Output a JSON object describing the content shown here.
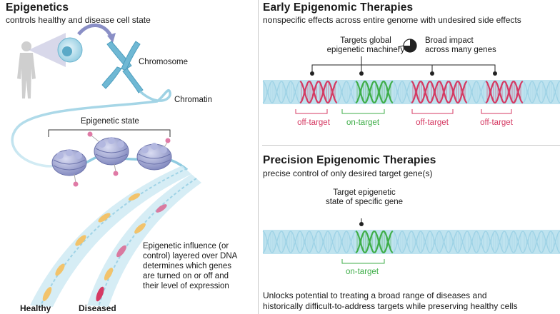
{
  "left": {
    "title": "Epigenetics",
    "subtitle": "controls healthy and disease cell state",
    "chromosome_label": "Chromosome",
    "chromatin_label": "Chromatin",
    "epigenetic_state_label": "Epigenetic state",
    "influence_text": [
      "Epigenetic influence (or",
      "control) layered over DNA",
      "determines which genes",
      "are turned on or off and",
      "their level of expression"
    ],
    "healthy_label": "Healthy",
    "diseased_label": "Diseased"
  },
  "early": {
    "title": "Early Epigenomic Therapies",
    "subtitle": "nonspecific effects across entire genome with undesired side effects",
    "targets_global": [
      "Targets global",
      "epigenetic machinery"
    ],
    "broad_impact": [
      "Broad impact",
      "across many genes"
    ],
    "tags": [
      {
        "text": "off-target",
        "kind": "off"
      },
      {
        "text": "on-target",
        "kind": "on"
      },
      {
        "text": "off-target",
        "kind": "off"
      },
      {
        "text": "off-target",
        "kind": "off"
      }
    ]
  },
  "precision": {
    "title": "Precision Epigenomic Therapies",
    "subtitle": "precise control of only desired target gene(s)",
    "target_label": [
      "Target epigenetic",
      "state of specific gene"
    ],
    "tag": "on-target",
    "footer": [
      "Unlocks potential to treating a broad range of diseases and",
      "historically difficult-to-address targets while preserving healthy cells"
    ]
  },
  "colors": {
    "dna_band": "#bfe3ef",
    "dna_strand": "#9fd3e6",
    "off_target": "#d53a63",
    "on_target": "#3fae49",
    "nucleosome": "#9aa0cc",
    "marker": "#e07aa6"
  }
}
